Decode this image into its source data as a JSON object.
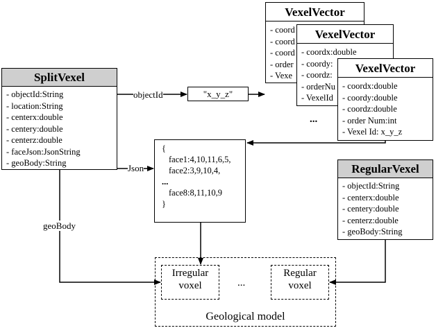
{
  "split_vexel": {
    "title": "SplitVexel",
    "attributes": [
      "- objectId:String",
      "- location:String",
      "- centerx:double",
      "- centery:double",
      "- centerz:double",
      "- faceJson:JsonString",
      "- geoBody:String"
    ]
  },
  "regular_vexel": {
    "title": "RegularVexel",
    "attributes": [
      "- objectId:String",
      "- centerx:double",
      "- centery:double",
      "- centerz:double",
      "- geoBody:String"
    ]
  },
  "vexel_vector_back": {
    "title": "VexelVector",
    "attributes": [
      "- coord",
      "- coord",
      "- coord",
      "- order",
      "- Vexe"
    ]
  },
  "vexel_vector_middle": {
    "title": "VexelVector",
    "attributes": [
      "- coordx:double",
      "- coordy:",
      "- coordz:",
      "- orderNu",
      "- VexelId"
    ],
    "more": "..."
  },
  "vexel_vector_front": {
    "title": "VexelVector",
    "attributes": [
      "- coordx:double",
      "- coordy:double",
      "- coordz:double",
      "- order Num:int",
      "- Vexel Id: x_y_z"
    ]
  },
  "id_value": "\"x_y_z\"",
  "json_content": {
    "open": "{",
    "face1": "face1:4,10,11,6,5,",
    "face2": "face2:3,9,10,4,",
    "ellipsis": "...",
    "face8": "face8:8,11,10,9",
    "close": "}"
  },
  "edges": {
    "objectid": "objectId",
    "json": "Json",
    "geobody": "geoBody"
  },
  "geological_model": {
    "label": "Geological model",
    "irregular_voxel": "Irregular voxel",
    "regular_voxel": "Regular voxel",
    "ellipsis": "..."
  },
  "colors": {
    "title_fill": "#cfcfcf",
    "line": "#000000"
  }
}
